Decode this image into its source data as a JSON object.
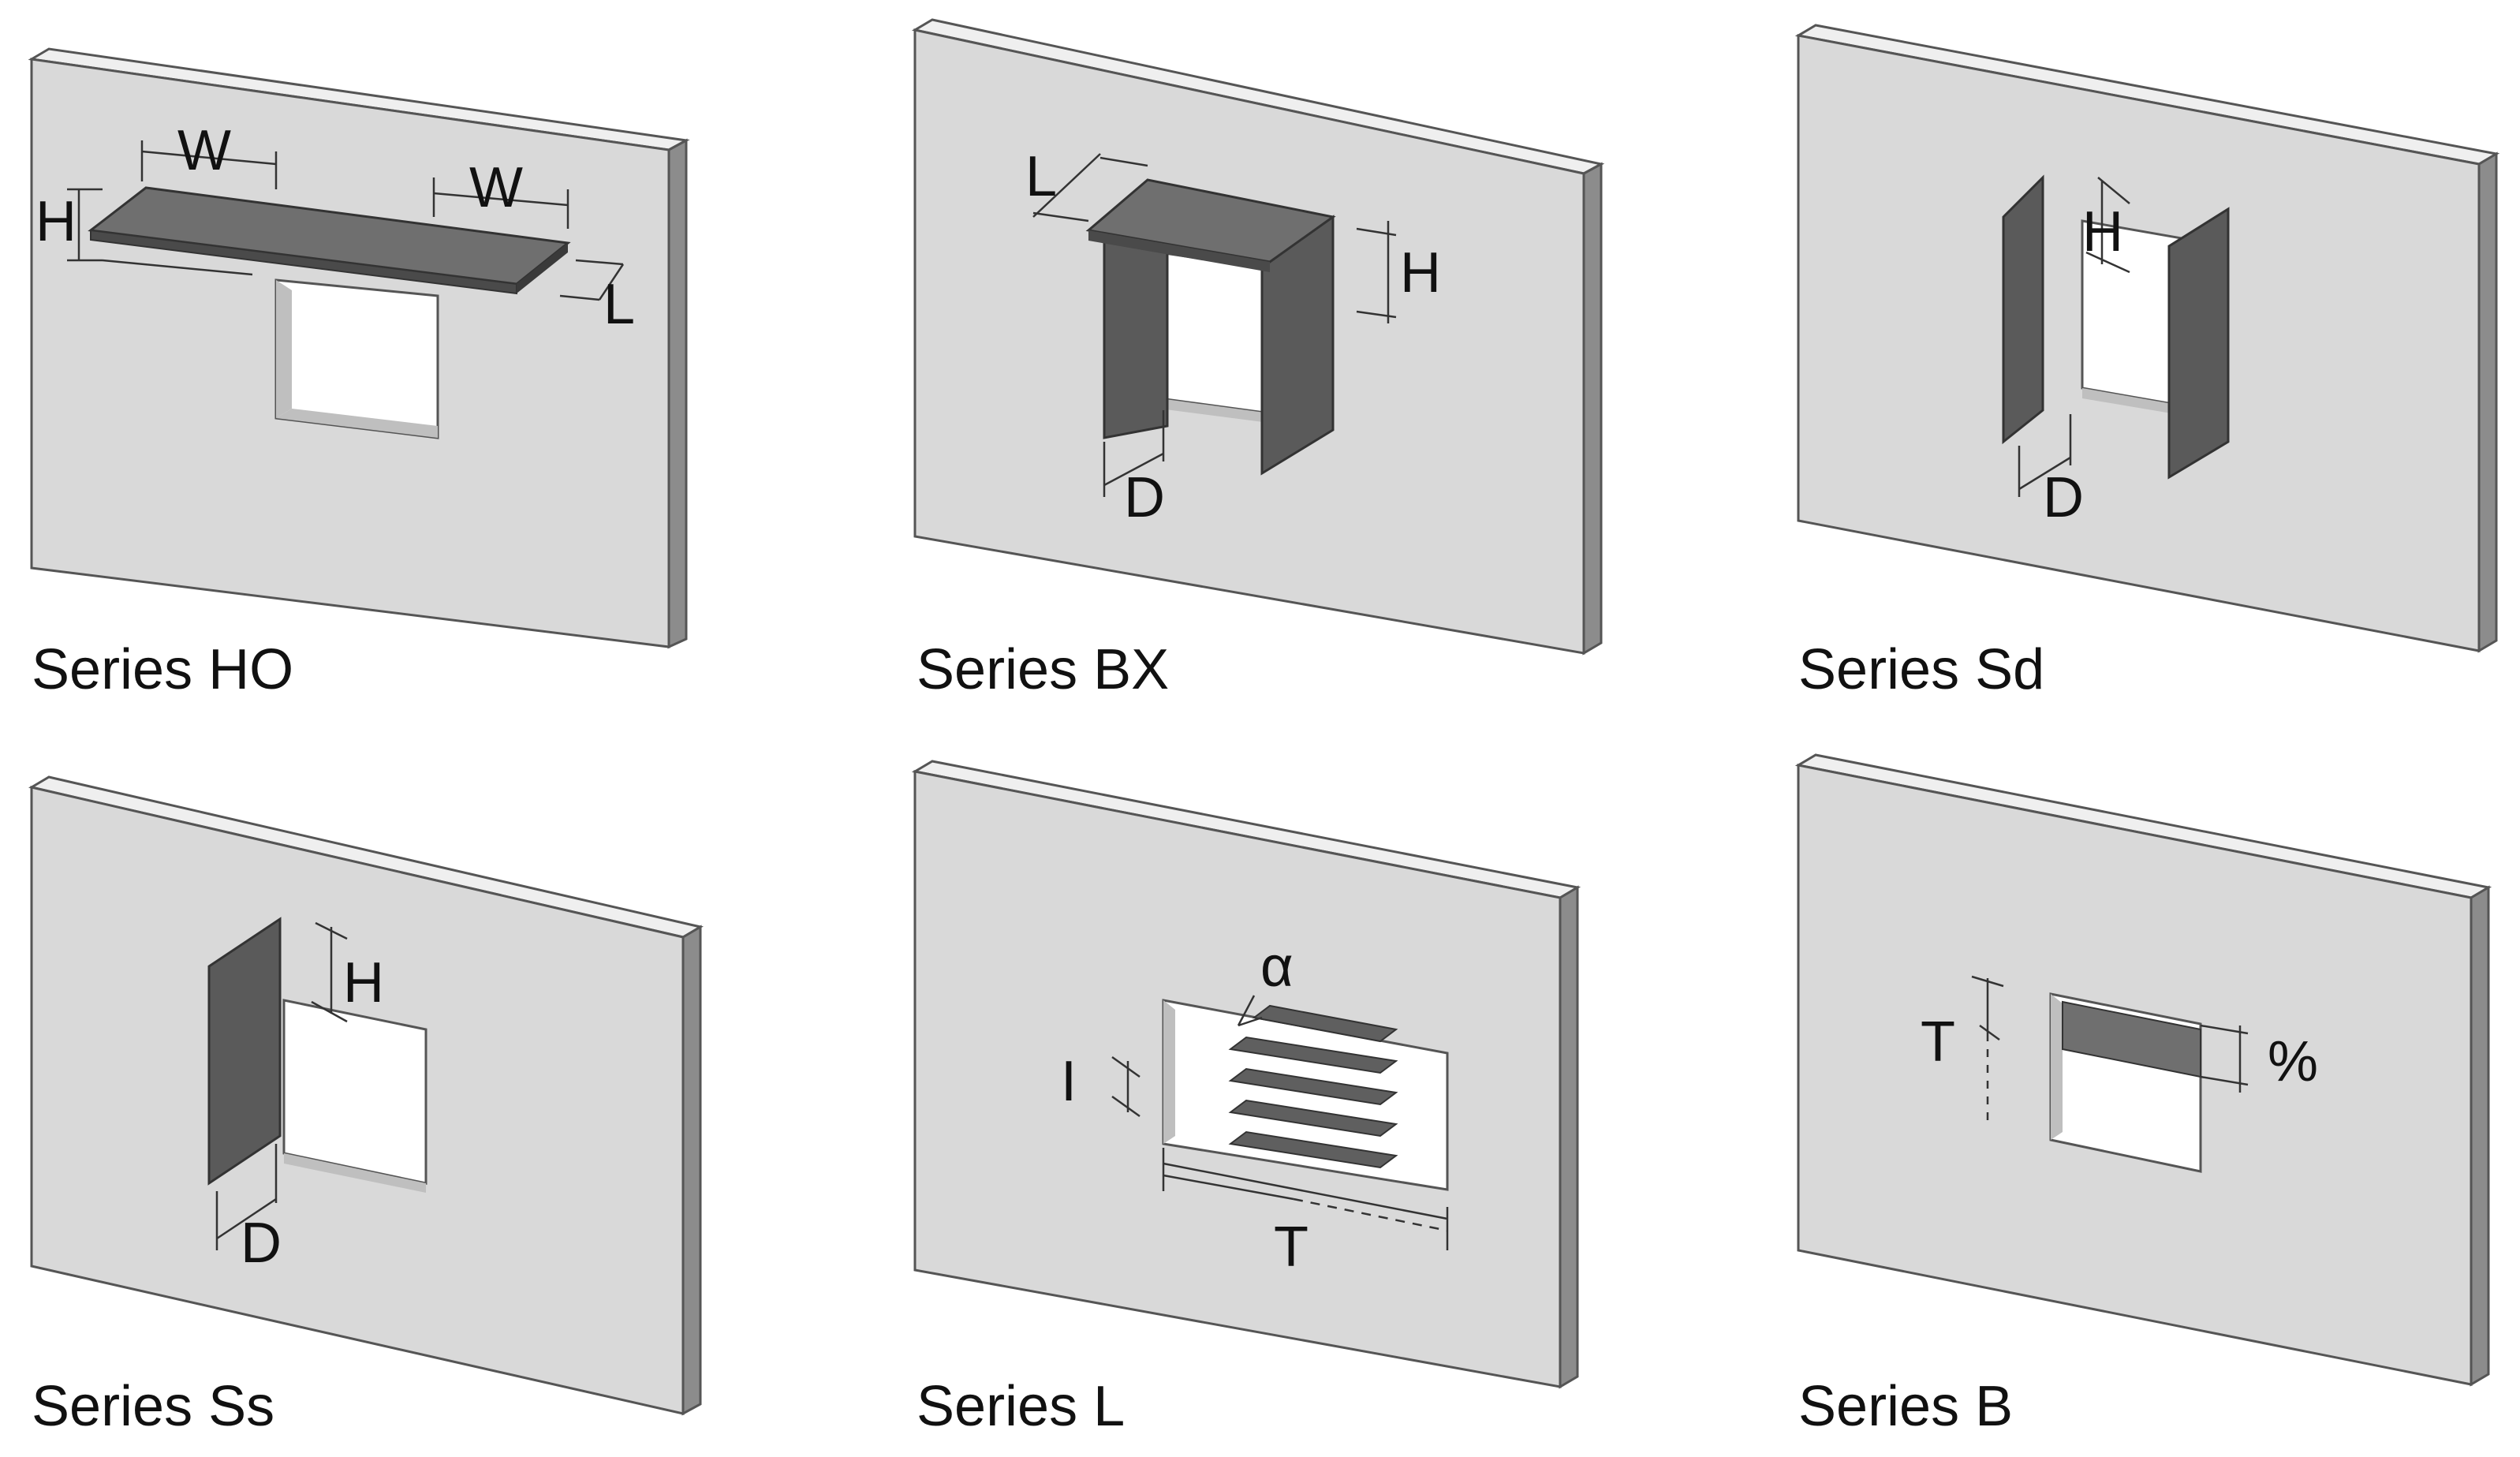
{
  "panels": [
    {
      "caption": "Series HO",
      "labels": {
        "w1": "W",
        "w2": "W",
        "h": "H",
        "l": "L"
      }
    },
    {
      "caption": "Series BX",
      "labels": {
        "l": "L",
        "h": "H",
        "d": "D"
      }
    },
    {
      "caption": "Series Sd",
      "labels": {
        "h": "H",
        "d": "D"
      }
    },
    {
      "caption": "Series Ss",
      "labels": {
        "h": "H",
        "d": "D"
      }
    },
    {
      "caption": "Series L",
      "labels": {
        "alpha": "α",
        "i": "I",
        "t": "T"
      }
    },
    {
      "caption": "Series B",
      "labels": {
        "t": "T",
        "pct": "%"
      }
    }
  ],
  "colors": {
    "wall": "#d9d9d9",
    "wall_edge": "#8c8c8c",
    "fin": "#5f5f5f",
    "line": "#333333",
    "opening": "#ffffff"
  }
}
